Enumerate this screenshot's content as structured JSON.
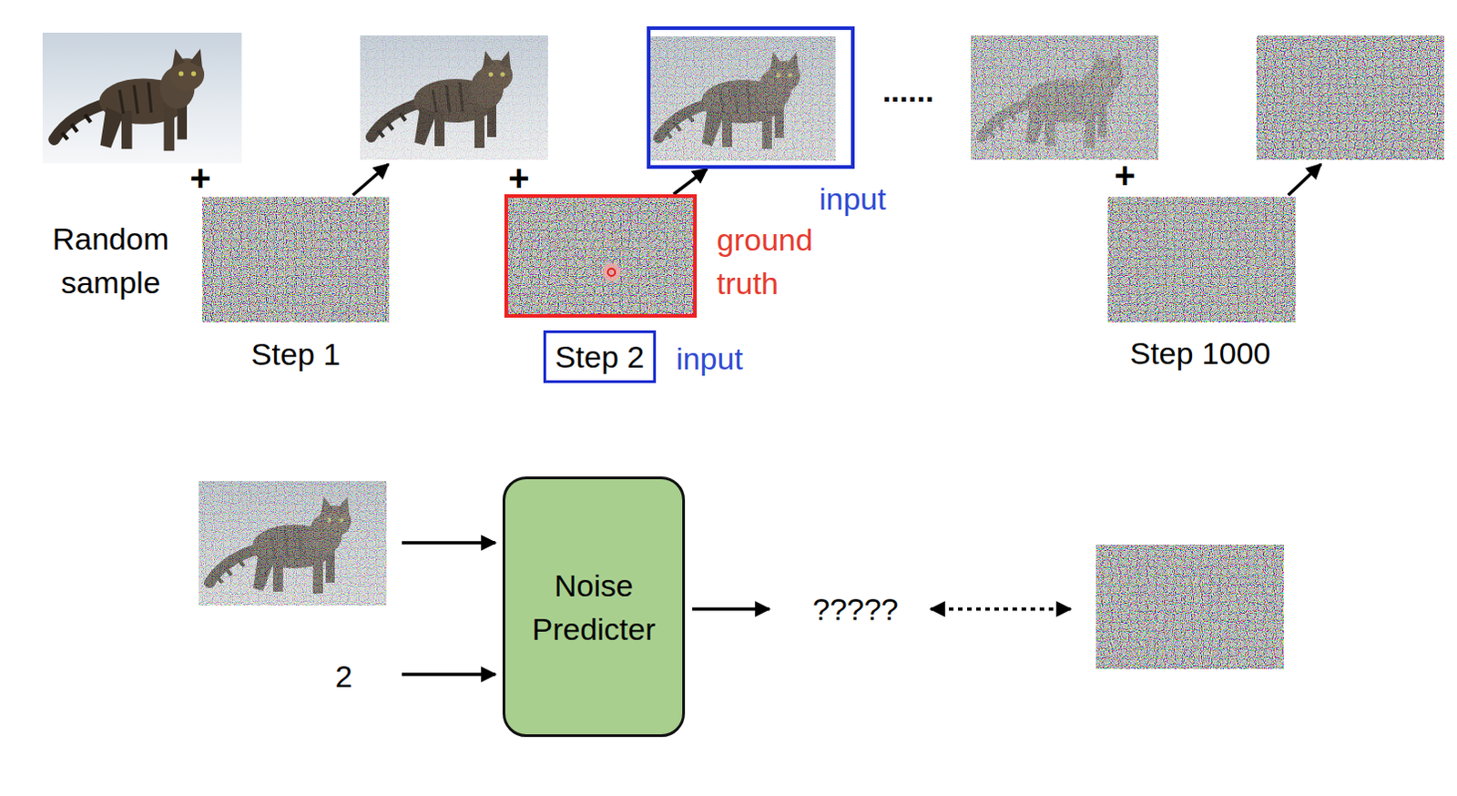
{
  "diagram": {
    "nodes": [
      {
        "text": [
          "input"
        ]
      },
      {
        "text": [
          "ground truth"
        ]
      },
      {
        "text": [
          "Step 2"
        ]
      },
      {
        "text": [
          "Noise Predicter"
        ]
      }
    ],
    "edges": [
      {
        "from": 1,
        "to": 0,
        "arrow": "to"
      }
    ],
    "labels": [
      "+",
      "Random sample",
      "+",
      "......",
      "+",
      "Step 1",
      "input",
      "Step 1000",
      "2",
      "?????"
    ]
  }
}
